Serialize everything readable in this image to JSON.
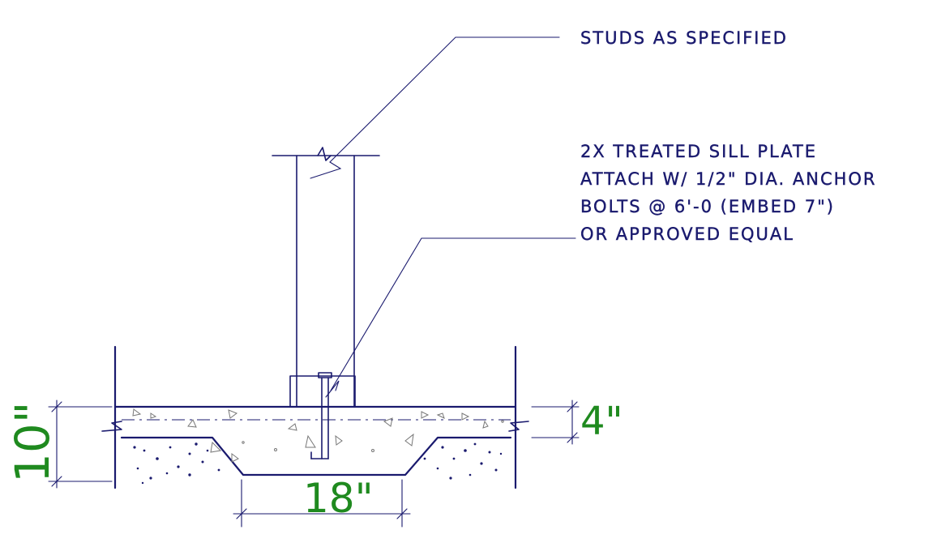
{
  "notes": {
    "studs": "STUDS AS SPECIFIED",
    "sill_line1": "2X  TREATED SILL PLATE",
    "sill_line2": "ATTACH W/ 1/2\" DIA. ANCHOR",
    "sill_line3": "BOLTS @ 6'-0 (EMBED 7\")",
    "sill_line4": "OR APPROVED EQUAL"
  },
  "dimensions": {
    "total_depth": "10\"",
    "slab_thickness": "4\"",
    "footing_width": "18\""
  },
  "colors": {
    "ink": "#1a1a6e",
    "dimension": "#1f8a1f"
  }
}
